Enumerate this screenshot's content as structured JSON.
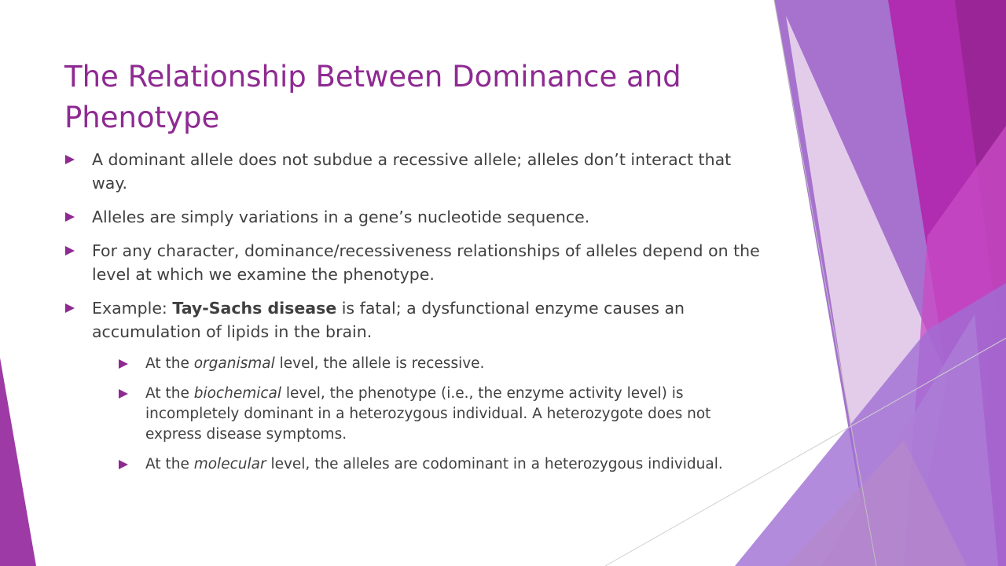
{
  "slide": {
    "title": "The Relationship Between Dominance and Phenotype",
    "bullets": [
      {
        "text": "A dominant allele does not subdue a recessive allele; alleles don’t interact that way."
      },
      {
        "text": "Alleles are simply variations in a gene’s nucleotide sequence."
      },
      {
        "text": "For any character, dominance/recessiveness relationships of alleles depend on the level at which we examine the phenotype."
      },
      {
        "pre": "Example: ",
        "bold": "Tay-Sachs disease",
        "post": " is fatal; a dysfunctional enzyme causes an accumulation of lipids in the brain."
      }
    ],
    "sub_bullets": [
      {
        "pre": "At the ",
        "em": "organismal",
        "post": " level, the allele is recessive."
      },
      {
        "pre": "At the ",
        "em": "biochemical",
        "post": " level, the phenotype (i.e., the enzyme activity level) is incompletely dominant in a heterozygous individual.  A heterozygote does not express disease symptoms."
      },
      {
        "pre": "At the ",
        "em": "molecular",
        "post": " level, the alleles are codominant in a heterozygous individual."
      }
    ]
  },
  "theme": {
    "accent": "#8e2a92",
    "text": "#404040",
    "bullet_icon": "arrow-right-icon"
  }
}
